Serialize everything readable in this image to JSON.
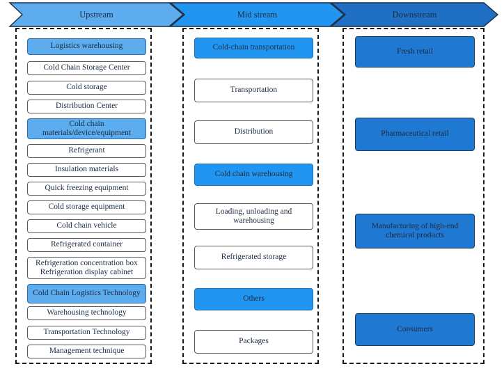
{
  "banner": {
    "stages": [
      {
        "label": "Upstream",
        "color": "#5CACEE"
      },
      {
        "label": "Mid stream",
        "color": "#2195EF"
      },
      {
        "label": "Downstream",
        "color": "#1F6FC4"
      }
    ]
  },
  "columns": {
    "upstream": {
      "name": "Upstream",
      "nodes": [
        {
          "label": "Logistics warehousing",
          "style": "fill-light"
        },
        {
          "label": "Cold Chain Storage Center",
          "style": "plain"
        },
        {
          "label": "Cold storage",
          "style": "plain"
        },
        {
          "label": "Distribution Center",
          "style": "plain"
        },
        {
          "label": "Cold chain materials/device/equipment",
          "style": "fill-light"
        },
        {
          "label": "Refrigerant",
          "style": "plain"
        },
        {
          "label": "Insulation materials",
          "style": "plain"
        },
        {
          "label": "Quick freezing equipment",
          "style": "plain"
        },
        {
          "label": "Cold storage equipment",
          "style": "plain"
        },
        {
          "label": "Cold chain vehicle",
          "style": "plain"
        },
        {
          "label": "Refrigerated container",
          "style": "plain"
        },
        {
          "label": "Refrigeration concentration box Refrigeration display cabinet",
          "style": "plain"
        },
        {
          "label": "Cold Chain Logistics Technology",
          "style": "fill-light"
        },
        {
          "label": "Warehousing technology",
          "style": "plain"
        },
        {
          "label": "Transportation Technology",
          "style": "plain"
        },
        {
          "label": "Management technique",
          "style": "plain"
        }
      ]
    },
    "midstream": {
      "name": "Mid stream",
      "nodes": [
        {
          "label": "Cold-chain transportation",
          "style": "fill-mid"
        },
        {
          "label": "Transportation",
          "style": "plain"
        },
        {
          "label": "Distribution",
          "style": "plain"
        },
        {
          "label": "Cold chain warehousing",
          "style": "fill-mid"
        },
        {
          "label": "Loading, unloading and warehousing",
          "style": "plain"
        },
        {
          "label": "Refrigerated storage",
          "style": "plain"
        },
        {
          "label": "Others",
          "style": "fill-mid"
        },
        {
          "label": "Packages",
          "style": "plain"
        }
      ]
    },
    "downstream": {
      "name": "Downstream",
      "nodes": [
        {
          "label": "Fresh retail",
          "style": "fill-dark"
        },
        {
          "label": "Pharmaceutical retail",
          "style": "fill-dark"
        },
        {
          "label": "Manufacturing of high-end chemical products",
          "style": "fill-dark"
        },
        {
          "label": "Consumers",
          "style": "fill-dark"
        }
      ]
    }
  },
  "layout": {
    "upstream": {
      "x": 15,
      "w": 171,
      "tops": [
        13,
        46,
        74,
        101,
        128,
        165,
        192,
        219,
        246,
        273,
        300,
        327,
        366,
        398,
        426,
        453
      ],
      "heights": [
        24,
        20,
        20,
        20,
        30,
        20,
        20,
        20,
        20,
        20,
        20,
        32,
        28,
        20,
        20,
        20
      ]
    },
    "midstream": {
      "x": 15,
      "w": 171,
      "tops": [
        12,
        71,
        131,
        193,
        250,
        311,
        372,
        432
      ],
      "heights": [
        30,
        34,
        34,
        32,
        38,
        34,
        32,
        34
      ]
    },
    "downstream": {
      "x": 16,
      "w": 172,
      "tops": [
        10,
        127,
        265,
        408
      ],
      "heights": [
        45,
        48,
        50,
        47
      ]
    }
  }
}
